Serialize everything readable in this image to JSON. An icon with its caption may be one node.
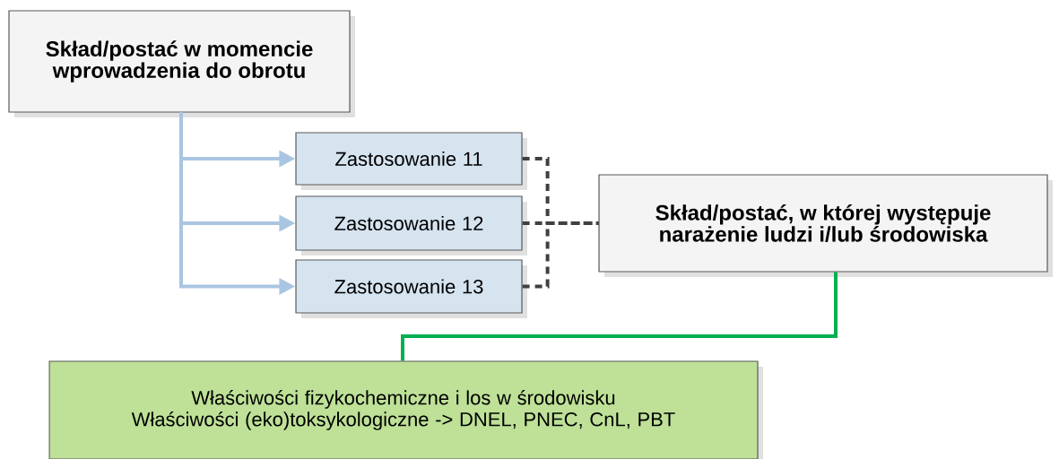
{
  "diagram": {
    "nodes": [
      {
        "text": [
          "Skład/postać w momencie wprowadzenia do obrotu"
        ]
      },
      {
        "text": [
          "Zastosowanie 11"
        ]
      },
      {
        "text": [
          "Zastosowanie 12"
        ]
      },
      {
        "text": [
          "Zastosowanie 13"
        ]
      },
      {
        "text": [
          "Skład/postać, w której występuje narażenie ludzi i/lub środowiska"
        ]
      },
      {
        "text": [
          "Właściwości fizykochemiczne i los w środowisku",
          "Właściwości (eko)toksykologiczne -> DNEL, PNEC, CnL, PBT"
        ]
      }
    ],
    "edges": [
      {
        "from": 0,
        "to": 1,
        "arrow": "to",
        "color": "#a9c5e1"
      },
      {
        "from": 0,
        "to": 2,
        "arrow": "to",
        "color": "#a9c5e1"
      },
      {
        "from": 0,
        "to": 3,
        "arrow": "to",
        "color": "#a9c5e1"
      },
      {
        "from": 1,
        "to": 4,
        "arrow": "none",
        "style": "dashed",
        "color": "#404040"
      },
      {
        "from": 2,
        "to": 4,
        "arrow": "none",
        "style": "dashed",
        "color": "#404040"
      },
      {
        "from": 3,
        "to": 4,
        "arrow": "none",
        "style": "dashed",
        "color": "#404040"
      },
      {
        "from": 4,
        "to": 5,
        "arrow": "none",
        "color": "#00b050"
      }
    ]
  }
}
